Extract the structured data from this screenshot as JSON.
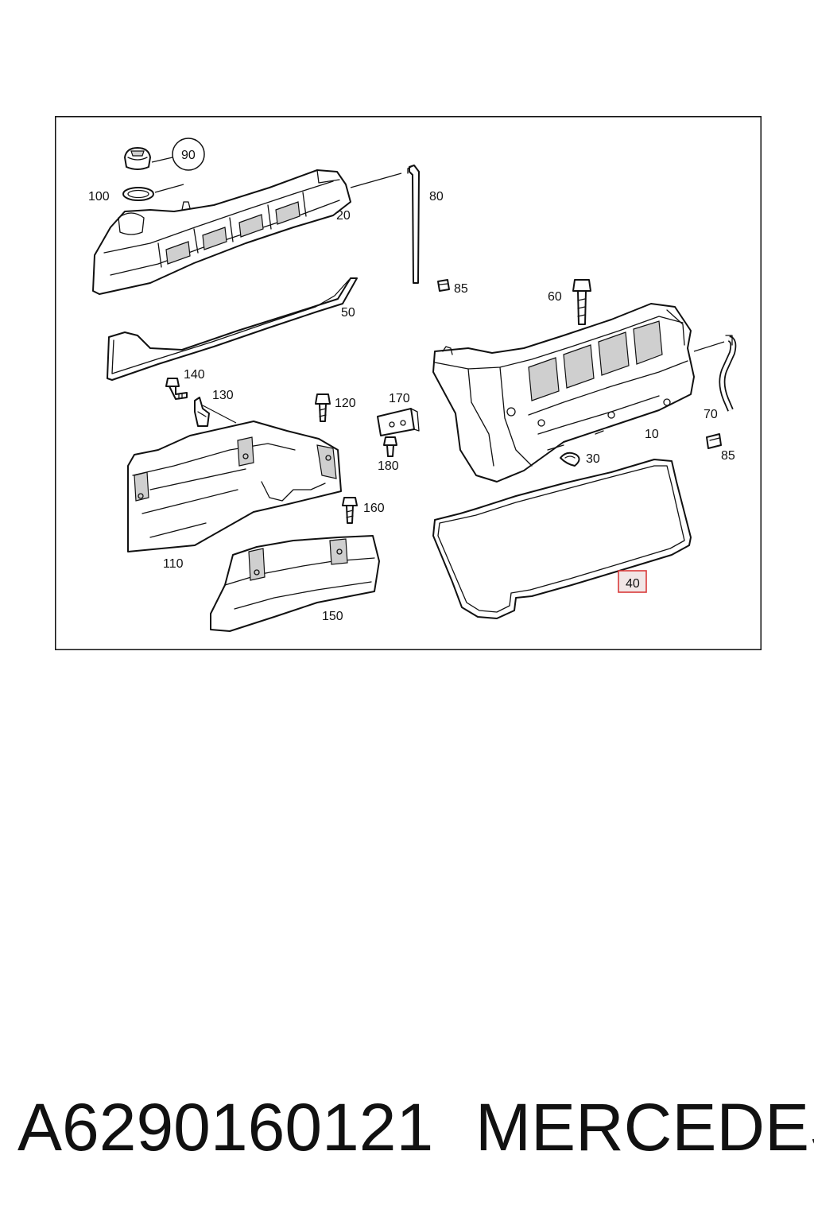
{
  "diagram": {
    "callouts": {
      "c90": "90",
      "c100": "100",
      "c20": "20",
      "c80": "80",
      "c85a": "85",
      "c50": "50",
      "c60": "60",
      "c140": "140",
      "c130": "130",
      "c120": "120",
      "c170": "170",
      "c10": "10",
      "c70": "70",
      "c180": "180",
      "c30": "30",
      "c85b": "85",
      "c160": "160",
      "c110": "110",
      "c40": "40",
      "c150": "150"
    },
    "highlighted_callout": "40",
    "highlight_color": "#d93b3b"
  },
  "footer": {
    "part_number": "A6290160121",
    "brand": "MERCEDES"
  }
}
